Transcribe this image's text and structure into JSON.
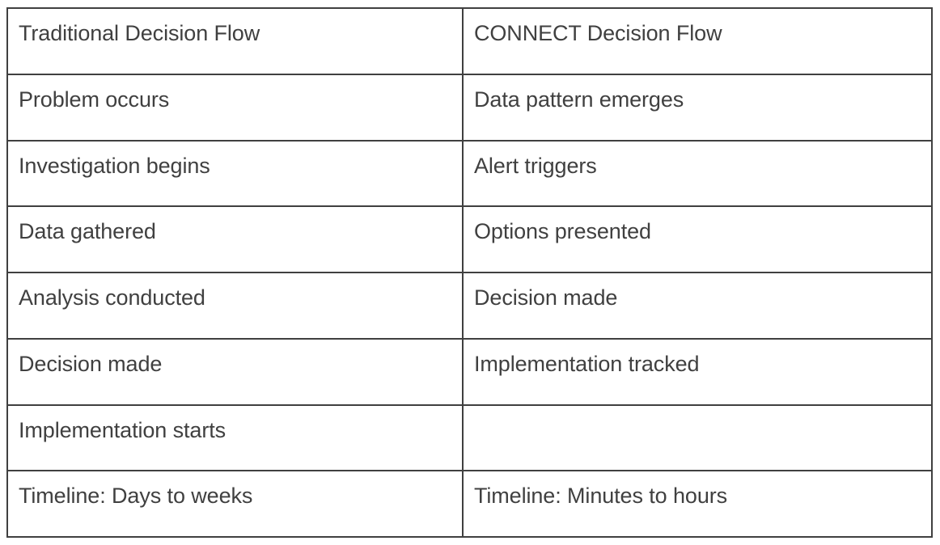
{
  "table": {
    "columns": [
      "Traditional Decision Flow",
      "CONNECT Decision Flow"
    ],
    "rows": [
      {
        "left": "Problem occurs",
        "right": "Data pattern emerges"
      },
      {
        "left": "Investigation begins",
        "right": "Alert triggers"
      },
      {
        "left": "Data gathered",
        "right": "Options presented"
      },
      {
        "left": "Analysis conducted",
        "right": "Decision made"
      },
      {
        "left": "Decision made",
        "right": "Implementation tracked"
      },
      {
        "left": "Implementation starts",
        "right": ""
      },
      {
        "left": "Timeline: Days to weeks",
        "right": "Timeline: Minutes to hours"
      }
    ]
  },
  "style": {
    "text_color": "#404040",
    "border_color": "#404040",
    "background_color": "#ffffff"
  }
}
